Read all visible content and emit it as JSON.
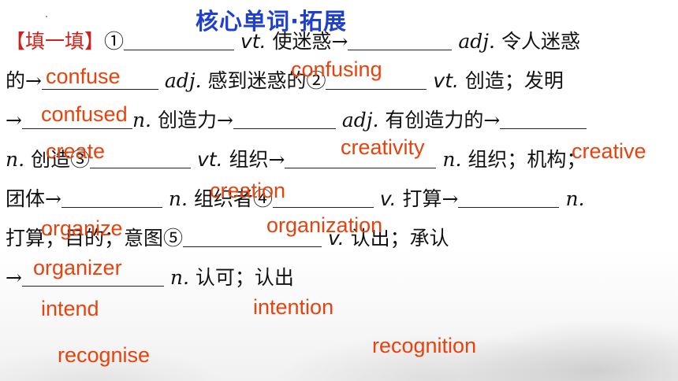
{
  "title": "核心单词·拓展",
  "instruction": "【填一填】",
  "lines": [
    {
      "a": "①",
      "b": "vt.",
      "c": " 使迷惑→",
      "d": "adj.",
      "e": " 令人迷惑"
    },
    {
      "a": "的→",
      "b": "adj.",
      "c": " 感到迷惑的②",
      "d": "vt.",
      "e": " 创造；发明"
    },
    {
      "a": "→",
      "b": "n.",
      "c": " 创造力→",
      "d": "adj.",
      "e": " 有创造力的→"
    },
    {
      "a": "n.",
      "b": " 创造③",
      "c": "vt.",
      "d": " 组织→",
      "e": "n.",
      "f": " 组织；机构；"
    },
    {
      "a": "团体→",
      "b": "n.",
      "c": " 组织者④",
      "d": "v.",
      "e": " 打算→",
      "f": "n."
    },
    {
      "a": "打算；目的；意图⑤",
      "b": "v.",
      "c": " 认出；承认"
    },
    {
      "a": "→",
      "b": "n.",
      "c": " 认可；认出"
    }
  ],
  "answers": {
    "confusing": "confusing",
    "confuse": "confuse",
    "confused": "confused",
    "create": "create",
    "creativity": "creativity",
    "creative": "creative",
    "creation": "creation",
    "organize": "organize",
    "organization": "organization",
    "organizer": "organizer",
    "intend": "intend",
    "intention": "intention",
    "recognise": "recognise",
    "recognition": "recognition"
  }
}
